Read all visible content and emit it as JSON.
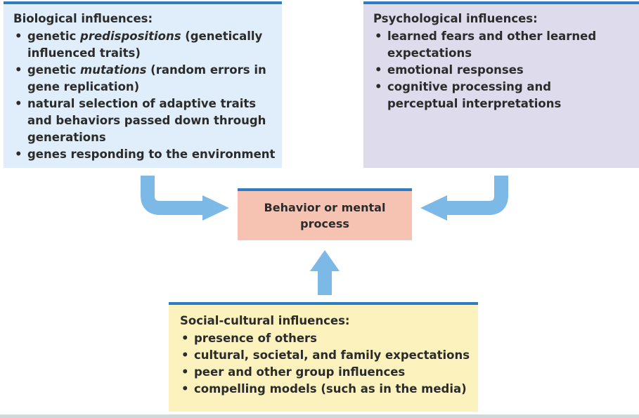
{
  "biological": {
    "title": "Biological influences:",
    "items": [
      [
        "genetic ",
        "predispositions",
        " (genetically influenced traits)"
      ],
      [
        "genetic ",
        "mutations",
        " (random errors in gene replication)"
      ],
      [
        "natural selection of adaptive traits and behaviors passed down through generations",
        "",
        ""
      ],
      [
        "genes responding to the environment",
        "",
        ""
      ]
    ]
  },
  "psychological": {
    "title": "Psychological influences:",
    "items": [
      "learned fears and other learned expectations",
      "emotional responses",
      "cognitive processing and perceptual interpretations"
    ]
  },
  "social_cultural": {
    "title": "Social-cultural influences:",
    "items": [
      "presence of others",
      "cultural, societal, and family expectations",
      "peer and other group influences",
      "compelling models (such as in the media)"
    ]
  },
  "center": {
    "label": "Behavior or mental process"
  },
  "colors": {
    "biological_bg": "#dfeefa",
    "psychological_bg": "#dddbec",
    "social_bg": "#fbf2bd",
    "center_bg": "#f6c3b3",
    "accent_bar": "#2f7dc0",
    "arrow": "#7db9e6"
  }
}
